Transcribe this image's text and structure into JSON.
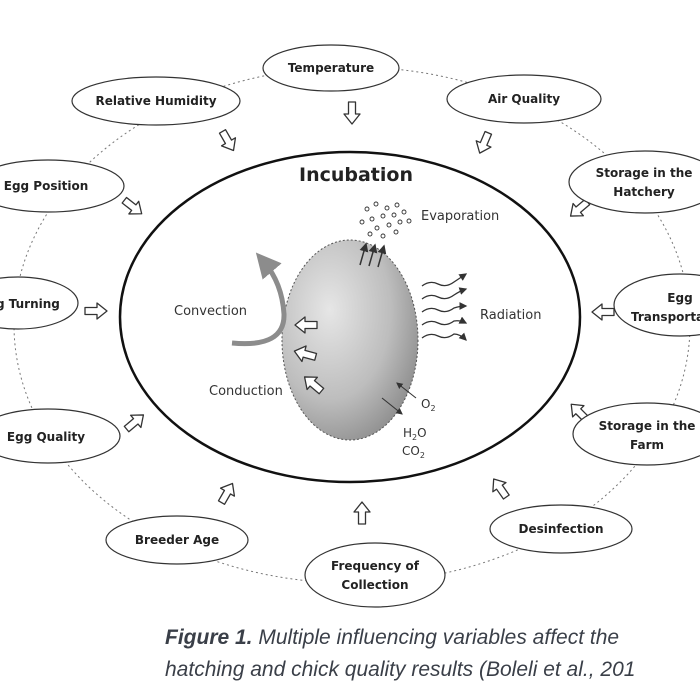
{
  "diagram": {
    "center_title": "Incubation",
    "factors": {
      "temperature": "Temperature",
      "relative_humidity": "Relative Humidity",
      "air_quality": "Air Quality",
      "egg_position": "Egg Position",
      "storage_hatchery": [
        "Storage in the",
        "Hatchery"
      ],
      "egg_turning": "g Turning",
      "egg_transport": [
        "Egg",
        "Transporta"
      ],
      "egg_quality": "Egg Quality",
      "storage_farm": [
        "Storage in the",
        "Farm"
      ],
      "breeder_age": "Breeder Age",
      "desinfection": "Desinfection",
      "frequency_collection": [
        "Frequency of",
        "Collection"
      ]
    },
    "processes": {
      "evaporation": "Evaporation",
      "convection": "Convection",
      "radiation": "Radiation",
      "conduction": "Conduction",
      "o2": "O",
      "o2_sub": "2",
      "h2o_h": "H",
      "h2o_sub": "2",
      "h2o_o": "O",
      "co2": "CO",
      "co2_sub": "2"
    }
  },
  "caption": {
    "figure_label": "Figure 1.",
    "line1_rest": " Multiple influencing variables affect the",
    "line2": "hatching and chick quality results (Boleli et al., 201"
  }
}
